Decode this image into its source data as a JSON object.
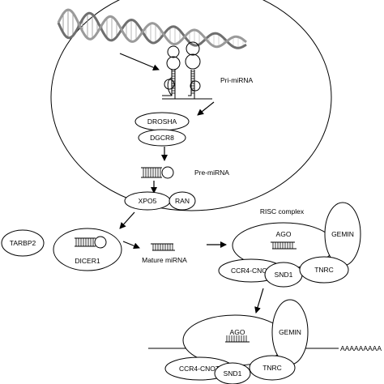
{
  "labels": {
    "pri_mirna": "Pri-miRNA",
    "drosha": "DROSHA",
    "dgcr8": "DGCR8",
    "pre_mirna": "Pre-miRNA",
    "xpo5": "XPO5",
    "ran": "RAN",
    "tarbp2": "TARBP2",
    "dicer1": "DICER1",
    "mature_mirna": "Mature miRNA",
    "risc_complex": "RISC complex",
    "ago": "AGO",
    "gemin": "GEMIN",
    "ccr4_cnot": "CCR4-CNOT",
    "snd1": "SND1",
    "tnrc": "TNRC",
    "ago_bottom": "AGO",
    "gemin_bottom": "GEMIN",
    "ccr4_cnot_bottom": "CCR4-CNOT",
    "snd1_bottom": "SND1",
    "tnrc_bottom": "TNRC",
    "poly_a": "AAAAAAAAA"
  },
  "colors": {
    "stroke": "#000000",
    "background": "#ffffff",
    "dna_strand": "#9a9a9a"
  }
}
